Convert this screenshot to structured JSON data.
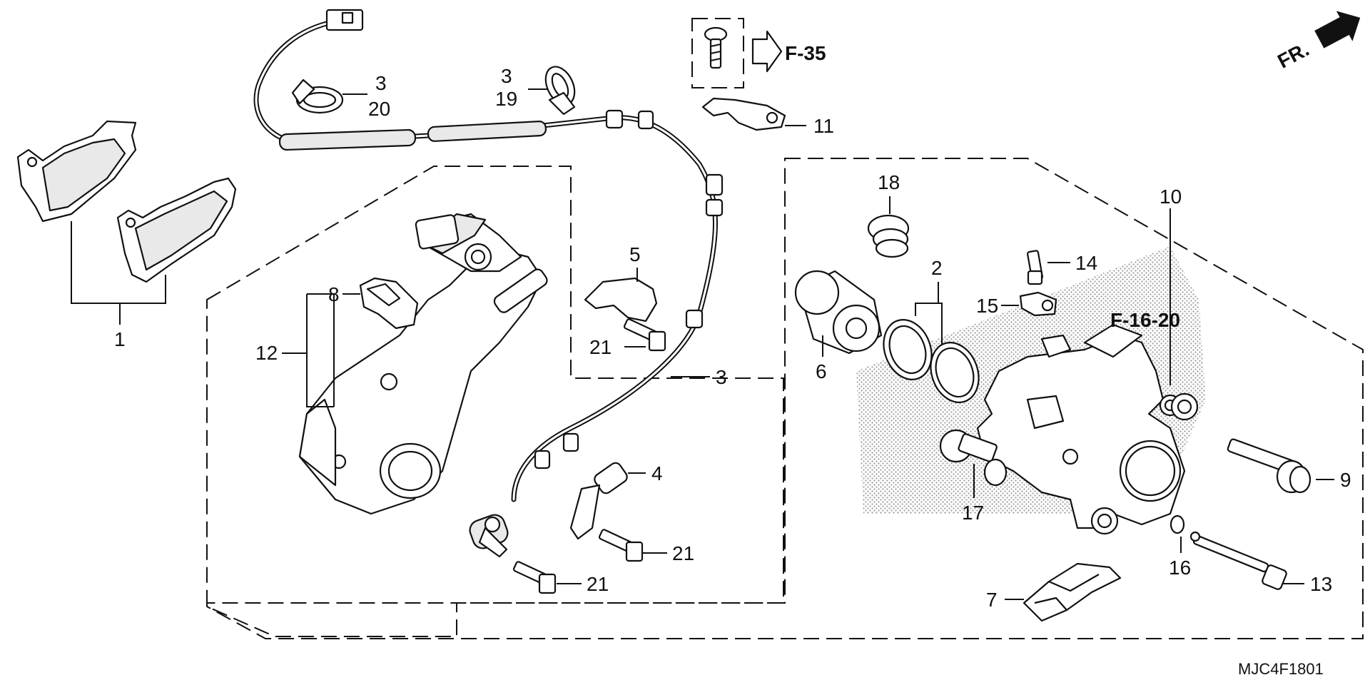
{
  "parts": {
    "p1": "1",
    "p2": "2",
    "p3a": "3",
    "p3b": "3",
    "p3c": "3",
    "p4": "4",
    "p5": "5",
    "p6": "6",
    "p7": "7",
    "p8": "8",
    "p9": "9",
    "p10": "10",
    "p11": "11",
    "p12": "12",
    "p13": "13",
    "p14": "14",
    "p15": "15",
    "p16": "16",
    "p17": "17",
    "p18": "18",
    "p19": "19",
    "p20": "20",
    "p21a": "21",
    "p21b": "21",
    "p21c": "21"
  },
  "references": {
    "f35": "F-35",
    "f1620": "F-16-20"
  },
  "front_indicator": "FR.",
  "diagram_code": "MJC4F1801"
}
